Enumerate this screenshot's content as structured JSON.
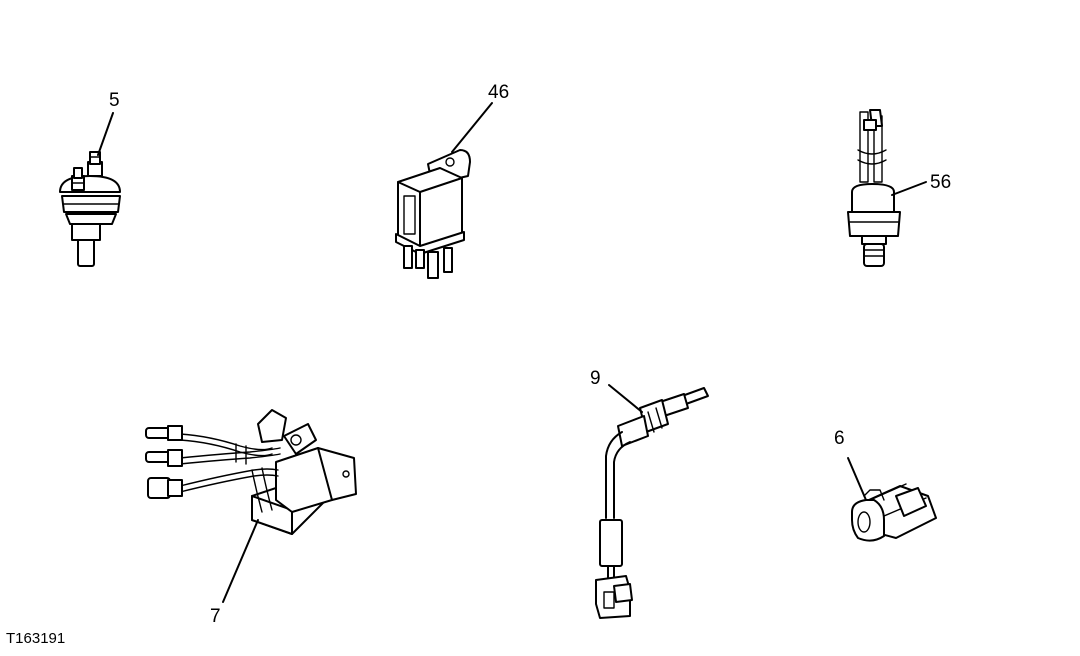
{
  "figure_id": "T163191",
  "callouts": {
    "c5": "5",
    "c46": "46",
    "c56": "56",
    "c9": "9",
    "c6": "6",
    "c7": "7"
  }
}
